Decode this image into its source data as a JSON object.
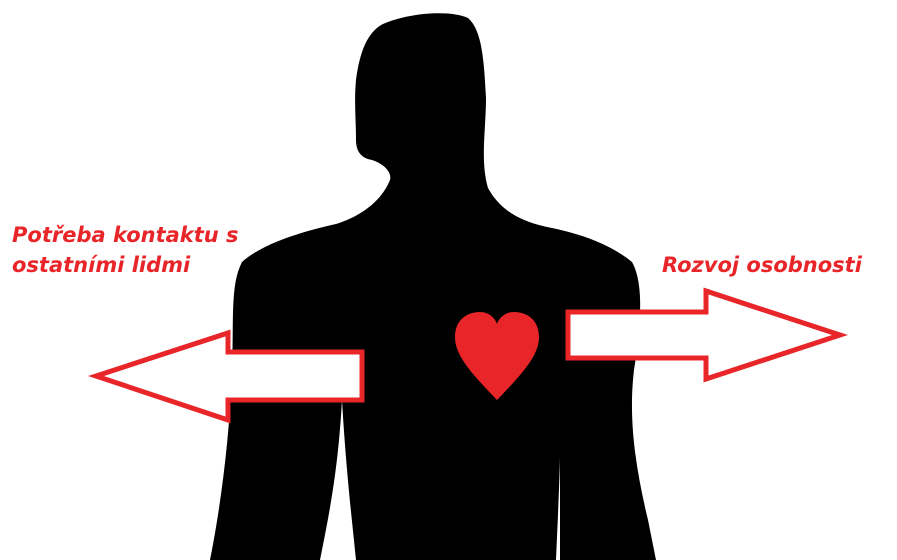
{
  "labels": {
    "left_line1": "Potřeba kontaktu s",
    "left_line2": "ostatními lidmi",
    "right": "Rozvoj osobnosti"
  },
  "colors": {
    "silhouette": "#000000",
    "accent": "#e8262a",
    "arrow_fill": "#ffffff",
    "background": "#ffffff"
  }
}
